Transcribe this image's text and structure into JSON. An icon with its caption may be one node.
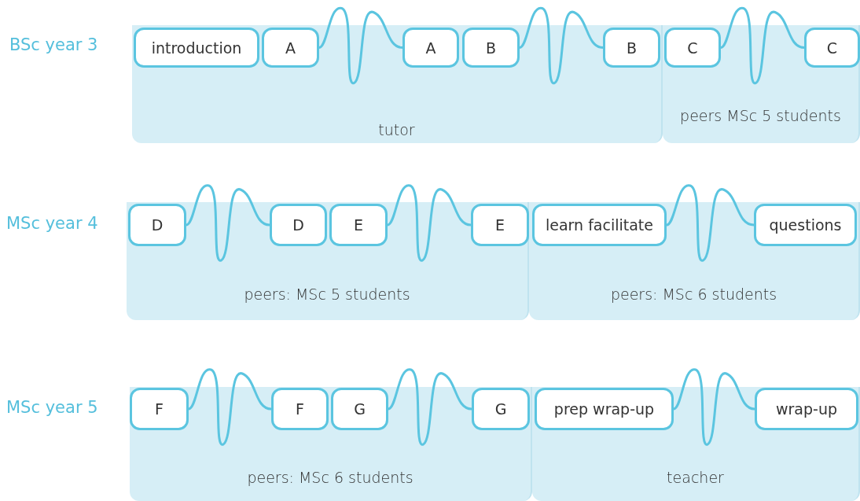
{
  "diagram": {
    "nodes": [
      {
        "text": [
          "tutor"
        ]
      },
      {
        "text": [
          "introduction"
        ],
        "in": 0
      },
      {
        "text": [
          "A"
        ],
        "in": 0
      },
      {
        "text": [
          "A"
        ],
        "in": 0
      },
      {
        "text": [
          "B"
        ],
        "in": 0
      },
      {
        "text": [
          "B"
        ],
        "in": 0
      },
      {
        "text": [
          "peers MSc 5 students"
        ]
      },
      {
        "text": [
          "C"
        ],
        "in": 6
      },
      {
        "text": [
          "C"
        ],
        "in": 6
      },
      {
        "text": [
          "peers: MSc 5 students"
        ]
      },
      {
        "text": [
          "D"
        ],
        "in": 9
      },
      {
        "text": [
          "D"
        ],
        "in": 9
      },
      {
        "text": [
          "E"
        ],
        "in": 9
      },
      {
        "text": [
          "E"
        ],
        "in": 9
      },
      {
        "text": [
          "peers: MSc 6 students"
        ]
      },
      {
        "text": [
          "learn facilitate"
        ],
        "in": 14
      },
      {
        "text": [
          "questions"
        ],
        "in": 14
      },
      {
        "text": [
          "peers: MSc 6 students"
        ]
      },
      {
        "text": [
          "F"
        ],
        "in": 17
      },
      {
        "text": [
          "F"
        ],
        "in": 17
      },
      {
        "text": [
          "G"
        ],
        "in": 17
      },
      {
        "text": [
          "G"
        ],
        "in": 17
      },
      {
        "text": [
          "teacher"
        ]
      },
      {
        "text": [
          "prep wrap-up"
        ],
        "in": 22
      },
      {
        "text": [
          "wrap-up"
        ],
        "in": 22
      }
    ],
    "edges": [
      {
        "from": 2,
        "to": 3,
        "arrow": "none"
      },
      {
        "from": 4,
        "to": 5,
        "arrow": "none"
      },
      {
        "from": 7,
        "to": 8,
        "arrow": "none"
      },
      {
        "from": 10,
        "to": 11,
        "arrow": "none"
      },
      {
        "from": 12,
        "to": 13,
        "arrow": "none"
      },
      {
        "from": 15,
        "to": 16,
        "arrow": "none"
      },
      {
        "from": 18,
        "to": 19,
        "arrow": "none"
      },
      {
        "from": 20,
        "to": 21,
        "arrow": "none"
      },
      {
        "from": 23,
        "to": 24,
        "arrow": "none"
      }
    ],
    "labels": [
      "BSc year 3",
      "MSc year 4",
      "MSc year 5"
    ]
  }
}
